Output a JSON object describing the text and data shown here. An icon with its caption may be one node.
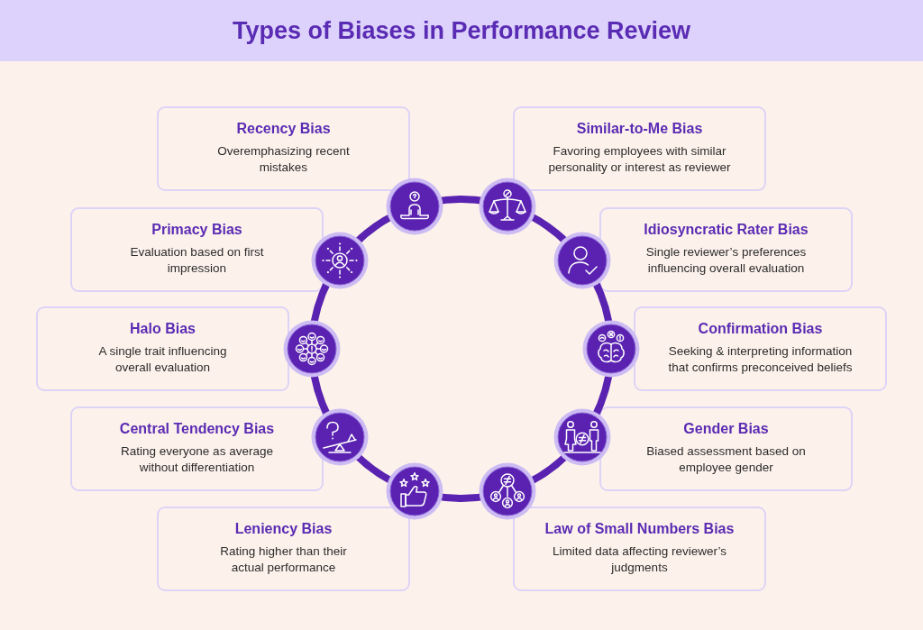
{
  "diagram": {
    "title": "Types of Biases in Performance Review",
    "nodes": [
      {
        "text": [
          "Recency Bias",
          "Overemphasizing recent mistakes"
        ]
      },
      {
        "text": [
          "Similar-to-Me Bias",
          "Favoring employees with similar personality or interest as reviewer"
        ]
      },
      {
        "text": [
          "Primacy Bias",
          "Evaluation based on first impression"
        ]
      },
      {
        "text": [
          "Idiosyncratic Rater Bias",
          "Single reviewer’s preferences influencing overall evaluation"
        ]
      },
      {
        "text": [
          "Halo Bias",
          "A single trait influencing overall evaluation"
        ]
      },
      {
        "text": [
          "Confirmation Bias",
          "Seeking & interpreting information that confirms preconceived beliefs"
        ]
      },
      {
        "text": [
          "Central Tendency Bias",
          "Rating everyone as average without differentiation"
        ]
      },
      {
        "text": [
          "Gender Bias",
          "Biased assessment based on employee gender"
        ]
      },
      {
        "text": [
          "Leniency Bias",
          "Rating higher than their actual performance"
        ]
      },
      {
        "text": [
          "Law of Small Numbers Bias",
          "Limited data affecting reviewer’s judgments"
        ]
      }
    ]
  }
}
